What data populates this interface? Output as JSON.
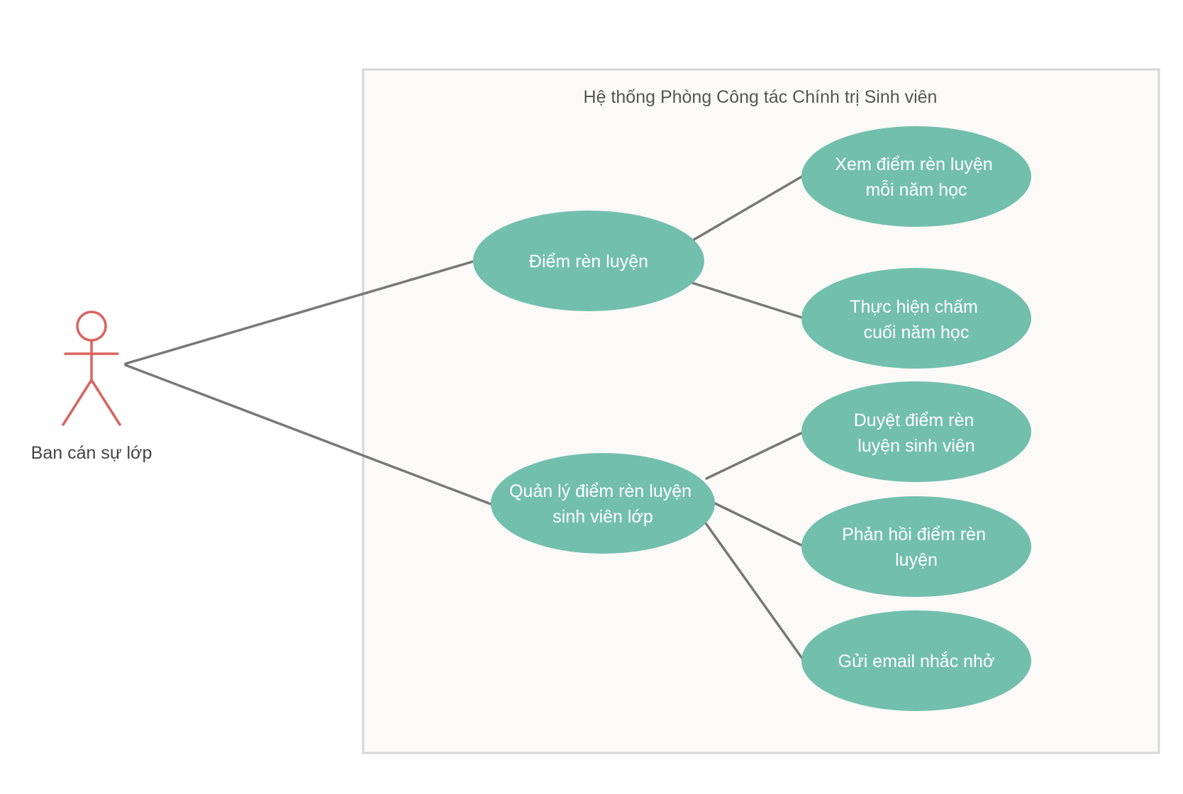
{
  "system": {
    "title": "Hệ thống Phòng Công tác Chính trị Sinh viên"
  },
  "actor": {
    "label": "Ban cán sự lớp"
  },
  "use_cases": {
    "diem_ren_luyen": {
      "lines": [
        "Điểm rèn luyện"
      ]
    },
    "quan_ly": {
      "lines": [
        "Quản lý điểm rèn luyện",
        "sinh viên lớp"
      ]
    },
    "xem_diem": {
      "lines": [
        "Xem điểm rèn luyện",
        "mỗi năm học"
      ]
    },
    "thuc_hien_cham": {
      "lines": [
        "Thực hiện chấm",
        "cuối năm học"
      ]
    },
    "duyet_diem": {
      "lines": [
        "Duyệt điểm rèn",
        "luyện sinh viên"
      ]
    },
    "phan_hoi": {
      "lines": [
        "Phản hồi điểm rèn",
        "luyện"
      ]
    },
    "gui_email": {
      "lines": [
        "Gửi email nhắc nhở"
      ]
    }
  },
  "colors": {
    "use_case_fill": "#72bfac",
    "use_case_text": "#ffffff",
    "actor_stroke": "#d9645f",
    "connector": "#787878",
    "system_fill": "#fbfaf8",
    "system_border": "#d6d6d6"
  }
}
